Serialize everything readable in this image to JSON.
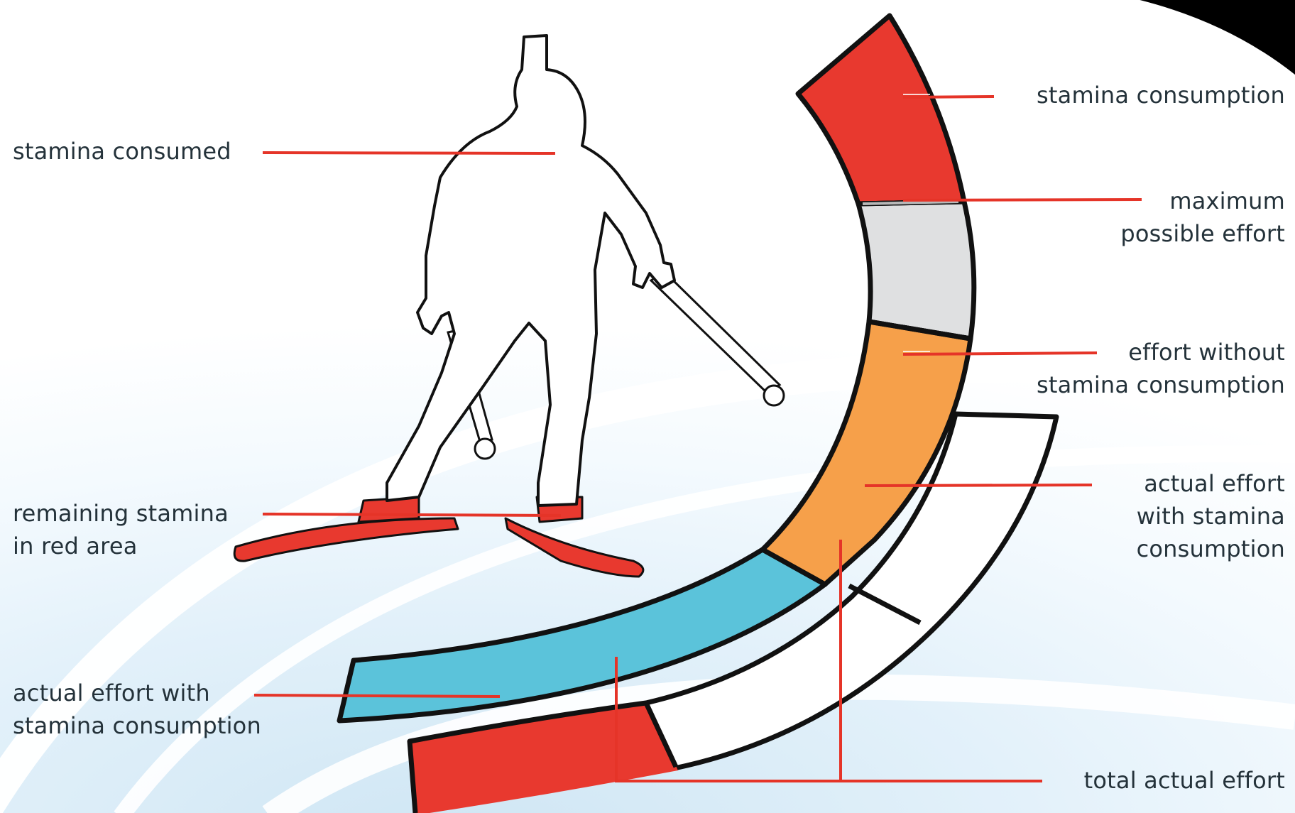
{
  "colors": {
    "background": "#ffffff",
    "sky_wash": "#e3f1fa",
    "sky_light": "#f1f8fd",
    "swoosh": "#ffffff",
    "stamina_red": "#e8392f",
    "max_grey": "#dfe0e1",
    "effort_orange": "#f6a04a",
    "effort_blue": "#5bc3da",
    "outline": "#111111",
    "leader_red": "#e53428",
    "text": "#24323a"
  },
  "labels": {
    "stamina_consumed": "stamina consumed",
    "remaining_stamina": [
      "remaining stamina",
      "in red area"
    ],
    "actual_effort_left": [
      "actual effort with",
      "stamina consumption"
    ],
    "stamina_consumption": "stamina consumption",
    "maximum_effort": [
      "maximum",
      "possible effort"
    ],
    "effort_without": [
      "effort without",
      "stamina consumption"
    ],
    "actual_effort_right": [
      "actual effort",
      "with stamina",
      "consumption"
    ],
    "total_actual_effort": "total actual effort"
  },
  "icons": {
    "skier": "skier-silhouette-icon",
    "poles": "ski-poles-icon",
    "skis": "skis-icon"
  }
}
